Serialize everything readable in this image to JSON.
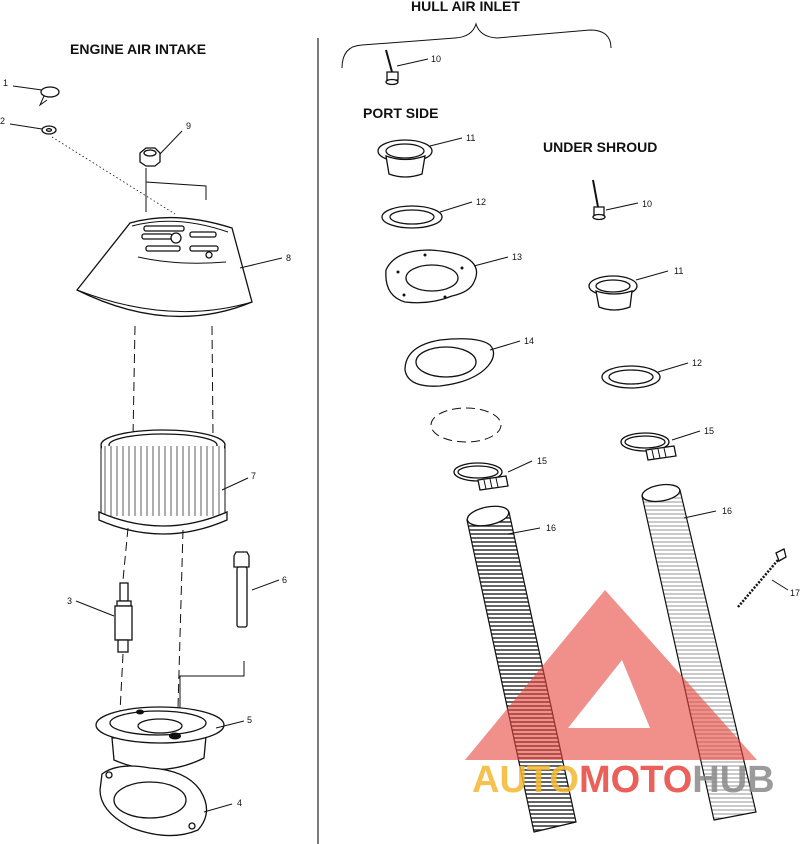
{
  "headings": {
    "engine_air_intake": "ENGINE AIR INTAKE",
    "hull_air_inlet": "HULL AIR INLET",
    "port_side": "PORT SIDE",
    "under_shroud": "UNDER SHROUD"
  },
  "callouts": {
    "c1": "1",
    "c2": "2",
    "c3": "3",
    "c4": "4",
    "c5": "5",
    "c6": "6",
    "c7": "7",
    "c8": "8",
    "c9": "9",
    "c10a": "10",
    "c10b": "10",
    "c11a": "11",
    "c11b": "11",
    "c12a": "12",
    "c12b": "12",
    "c13": "13",
    "c14": "14",
    "c15a": "15",
    "c15b": "15",
    "c16a": "16",
    "c16b": "16",
    "c17": "17"
  },
  "watermark": {
    "part1": "AUTO",
    "part2": "MOTO",
    "part3": "HUB",
    "color_yellow": "#f5b731",
    "color_red": "#e8453c",
    "color_grey": "#8a8a8a"
  }
}
